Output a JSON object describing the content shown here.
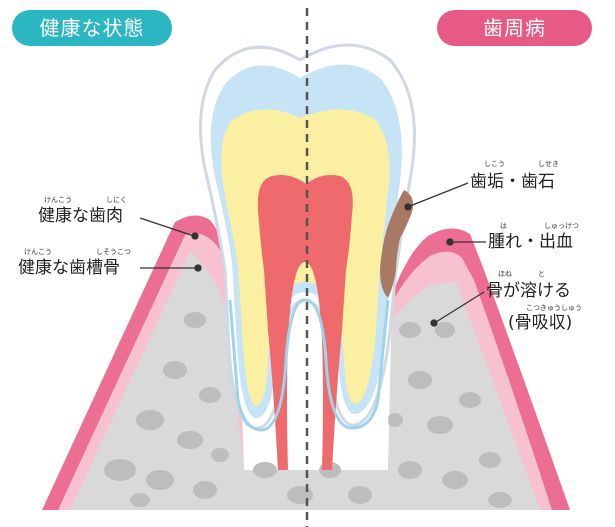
{
  "header": {
    "healthy_label": "健康な状態",
    "disease_label": "歯周病"
  },
  "labels": {
    "healthy_gum": "健康な歯肉",
    "healthy_gum_ruby_1": "けんこう",
    "healthy_gum_ruby_2": "しにく",
    "healthy_bone": "健康な歯槽骨",
    "healthy_bone_ruby_1": "けんこう",
    "healthy_bone_ruby_2": "しそうこつ",
    "plaque": "歯垢・歯石",
    "plaque_ruby_1": "しこう",
    "plaque_ruby_2": "しせき",
    "swelling": "腫れ・出血",
    "swelling_ruby_1": "は",
    "swelling_ruby_2": "しゅっけつ",
    "bone_loss": "骨が溶ける",
    "bone_loss_ruby_1": "ほね",
    "bone_loss_ruby_2": "と",
    "bone_loss_sub": "(骨吸収)",
    "bone_loss_sub_ruby": "こつきゅうしゅう"
  },
  "colors": {
    "healthy_accent": "#2bb7c1",
    "disease_accent": "#e85a86",
    "gum": "#ec6e93",
    "gum_light": "#f7c1cf",
    "bone": "#d9d9d9",
    "bone_spot": "#bdbdbd",
    "enamel": "#ffffff",
    "dentin": "#fbf0a2",
    "pulp": "#ee6a6c",
    "plaque": "#a97a63"
  }
}
